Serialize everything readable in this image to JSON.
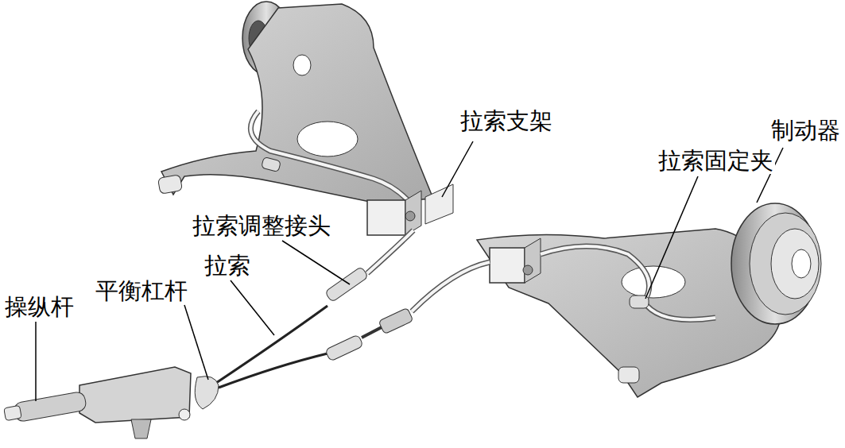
{
  "diagram": {
    "labels": [
      "拉索支架",
      "制动器",
      "拉索固定夹",
      "拉索调整接头",
      "拉索",
      "平衡杠杆",
      "操纵杆"
    ]
  }
}
